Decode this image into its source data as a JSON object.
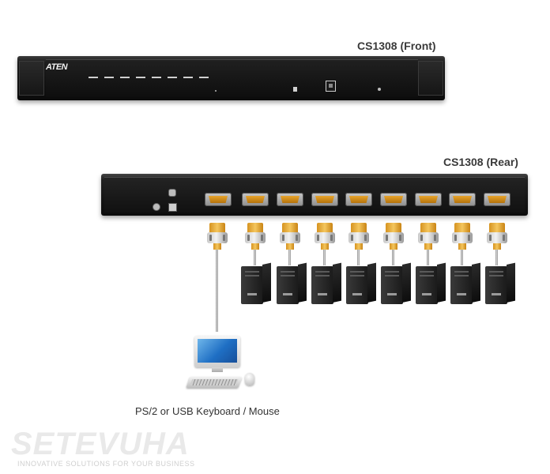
{
  "front": {
    "label": "CS1308 (Front)",
    "logo": "ATEN"
  },
  "rear": {
    "label": "CS1308 (Rear)"
  },
  "console": {
    "caption": "PS/2 or USB Keyboard / Mouse"
  },
  "watermark": {
    "brand": "SETEVUHA",
    "tagline": "INNOVATIVE SOLUTIONS FOR YOUR BUSINESS"
  },
  "icons": [
    "vga-port-icon",
    "vga-cable-icon",
    "pc-tower-icon",
    "monitor-icon",
    "keyboard-icon",
    "mouse-icon"
  ],
  "colors": {
    "connector_gold": "#e6a32a",
    "unit_black": "#151515",
    "screen_blue": "#1f6fc4"
  }
}
